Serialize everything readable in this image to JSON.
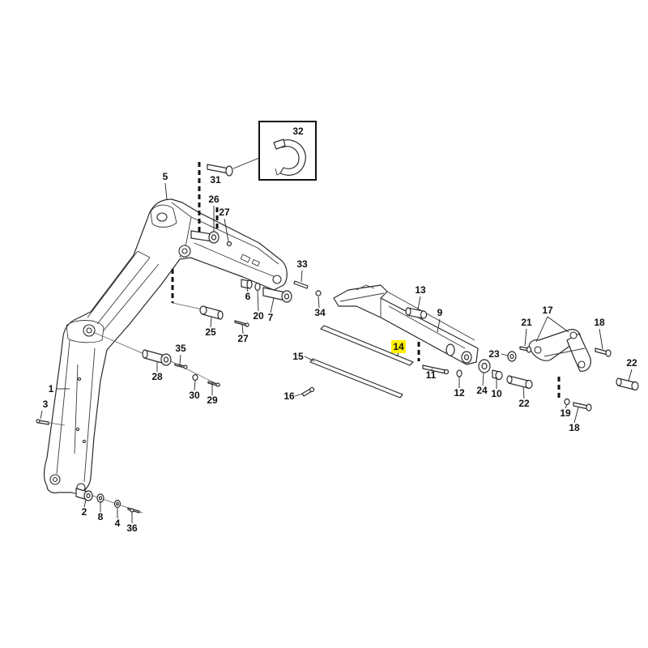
{
  "diagram": {
    "line_color": "#2b2b2b",
    "background_color": "#ffffff",
    "highlight_color": "#ffee00",
    "callouts": [
      "32",
      "31",
      "5",
      "26",
      "27",
      "33",
      "6",
      "20",
      "7",
      "34",
      "25",
      "27",
      "35",
      "28",
      "30",
      "29",
      "1",
      "3",
      "2",
      "8",
      "4",
      "36",
      "13",
      "9",
      "14",
      "15",
      "16",
      "11",
      "12",
      "24",
      "10",
      "22",
      "23",
      "21",
      "17",
      "18",
      "22",
      "19",
      "18"
    ]
  }
}
